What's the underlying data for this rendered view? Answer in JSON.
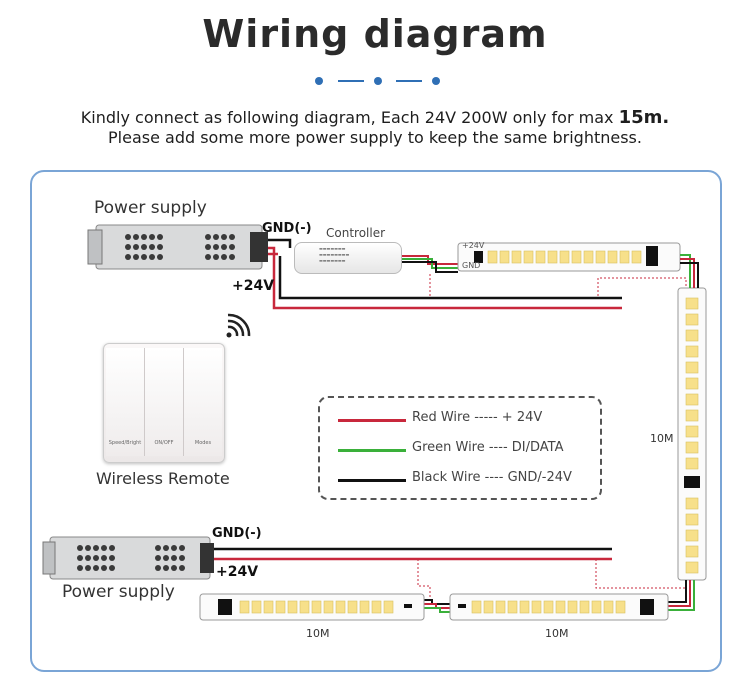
{
  "title": "Wiring diagram",
  "intro": {
    "line1_main": "Kindly connect as following diagram, Each 24V 200W only for max ",
    "line1_emph": "15m.",
    "line2": "Please add some more power supply to keep the same brightness."
  },
  "top_psu": {
    "label": "Power supply",
    "gnd": "GND(-)",
    "pos": "+24V"
  },
  "bottom_psu": {
    "label": "Power supply",
    "gnd": "GND(-)",
    "pos": "+24V"
  },
  "controller": {
    "label": "Controller"
  },
  "remote": {
    "label": "Wireless Remote",
    "keys": [
      "Speed/Bright",
      "ON/OFF",
      "Modes"
    ]
  },
  "strip_top": {
    "plus": "+24V",
    "minus": "GND"
  },
  "lengths": {
    "right": "10M",
    "bottom_left": "10M",
    "bottom_right": "10M"
  },
  "legend": [
    {
      "color_word": "Red",
      "text": "Red Wire ----- + 24V",
      "color": "#c8283c"
    },
    {
      "color_word": "Green",
      "text": "Green Wire ---- DI/DATA",
      "color": "#3ab03a"
    },
    {
      "color_word": "Black",
      "text": "Black Wire ---- GND/-24V",
      "color": "#111111"
    }
  ],
  "colors": {
    "frame": "#7aa5d6",
    "dot": "#2f6fb5",
    "red_wire": "#c8283c",
    "green_wire": "#3ab03a",
    "black_wire": "#111111",
    "led": "#f7e08a"
  }
}
